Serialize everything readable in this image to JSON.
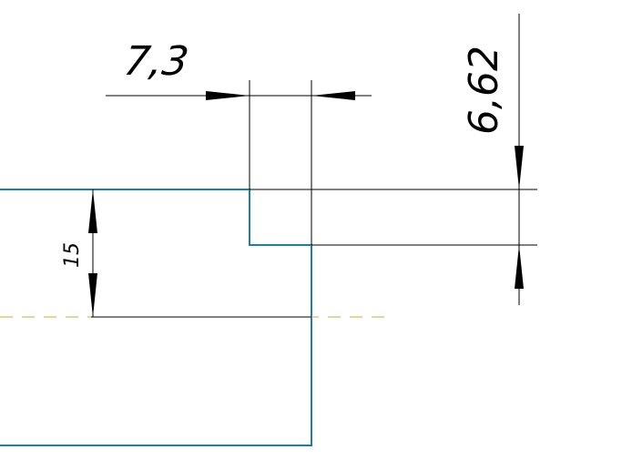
{
  "colors": {
    "outline": "#1a7fb0",
    "dimension": "#000000",
    "centerline": "#e0a030",
    "background": "#ffffff"
  },
  "dimensions": {
    "horizontal_label": "7,3",
    "vertical_right_label": "6,62",
    "vertical_left_label": "15"
  }
}
